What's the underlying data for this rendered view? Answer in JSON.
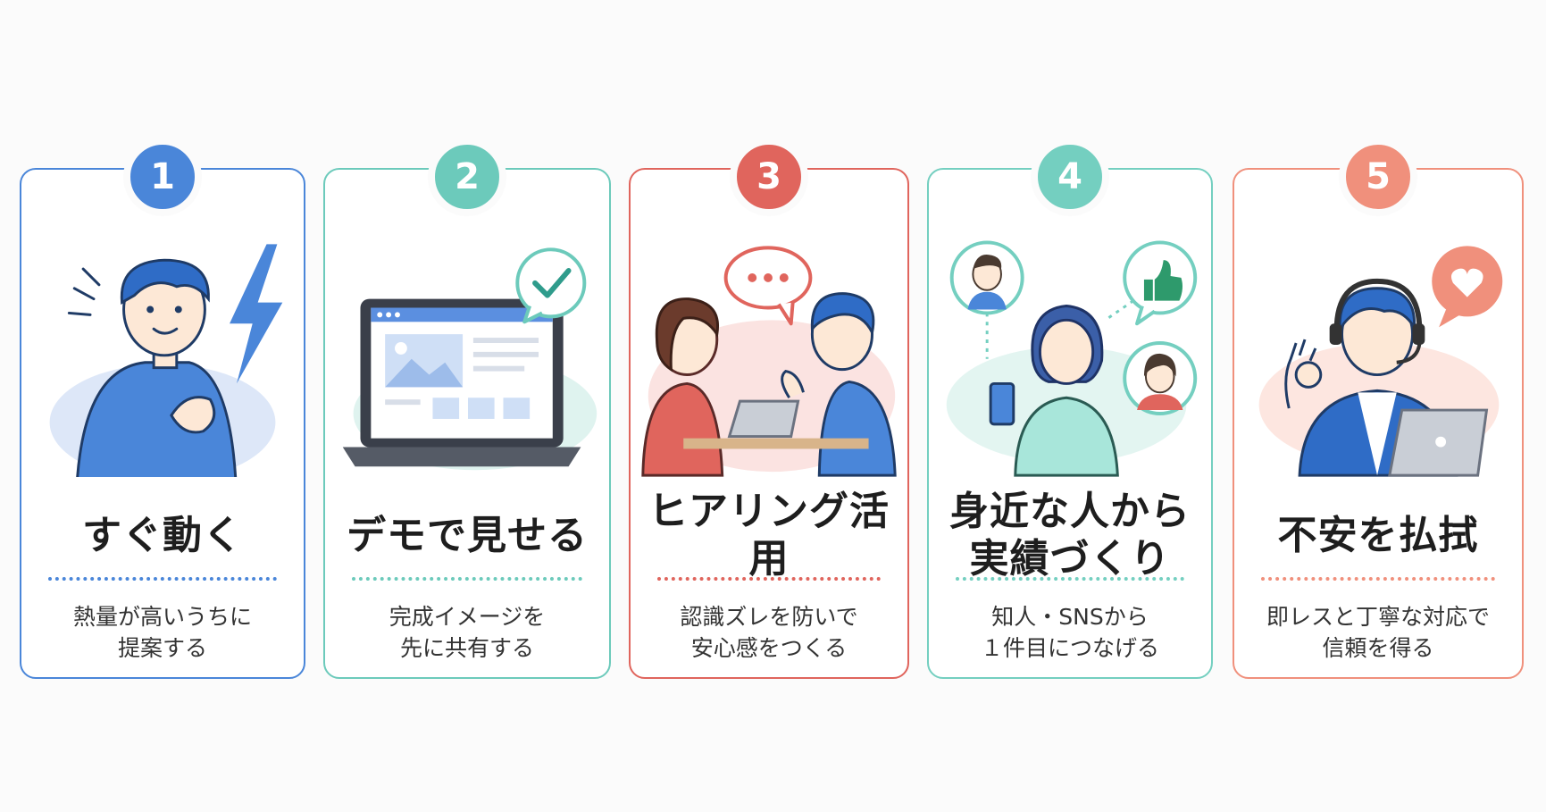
{
  "colors": {
    "blue": "#4a86d9",
    "teal": "#6ccabb",
    "red": "#e0655d",
    "teal2": "#74cfc0",
    "salmon": "#f0907c",
    "page_background": "#fbfbfb"
  },
  "steps": [
    {
      "number": "1",
      "title_lines": [
        "すぐ動く"
      ],
      "desc_lines": [
        "熱量が高いうちに",
        "提案する"
      ],
      "accent": "#4a86d9",
      "illustration": "man-with-lightning-icon"
    },
    {
      "number": "2",
      "title_lines": [
        "デモで見せる"
      ],
      "desc_lines": [
        "完成イメージを",
        "先に共有する"
      ],
      "accent": "#6ccabb",
      "illustration": "laptop-with-check-icon"
    },
    {
      "number": "3",
      "title_lines": [
        "ヒアリング活用"
      ],
      "desc_lines": [
        "認識ズレを防いで",
        "安心感をつくる"
      ],
      "accent": "#e0655d",
      "illustration": "two-people-talking-icon"
    },
    {
      "number": "4",
      "title_lines": [
        "身近な人から",
        "実績づくり"
      ],
      "desc_lines": [
        "知人・SNSから",
        "１件目につなげる"
      ],
      "accent": "#74cfc0",
      "illustration": "woman-with-phone-network-icon"
    },
    {
      "number": "5",
      "title_lines": [
        "不安を払拭"
      ],
      "desc_lines": [
        "即レスと丁寧な対応で",
        "信頼を得る"
      ],
      "accent": "#f0907c",
      "illustration": "headset-operator-heart-icon"
    }
  ]
}
